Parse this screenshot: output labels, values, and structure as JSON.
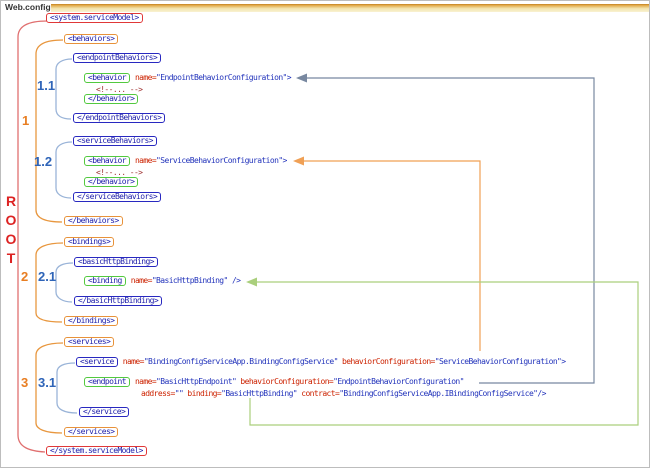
{
  "header": {
    "title": "Web.config"
  },
  "root_label": "ROOT",
  "labels": {
    "one": "1",
    "one_one": "1.1",
    "one_two": "1.2",
    "two": "2",
    "two_one": "2.1",
    "three": "3",
    "three_one": "3.1"
  },
  "colors": {
    "box_red": "#e03838",
    "box_orange": "#e8923a",
    "box_blue": "#2828c0",
    "box_green": "#52c93f",
    "bracket_red": "#e07070",
    "bracket_orange": "#e8973f",
    "bracket_blue": "#9ab4d8",
    "arrow_gray": "#7888a0",
    "arrow_orange": "#f0a055",
    "arrow_green": "#aacf7c",
    "tag_text": "#1c1caa",
    "attr_name": "#cc2200",
    "attr_value": "#2233bb",
    "label_orange": "#e87e22",
    "label_blue": "#2e64b8",
    "root_red": "#dd2222"
  },
  "xml": {
    "comment": "<!--... -->",
    "system_open": "<system.serviceModel>",
    "system_close": "</system.serviceModel>",
    "behaviors_open": "<behaviors>",
    "behaviors_close": "</behaviors>",
    "endpoint_behaviors_open": "<endpointBehaviors>",
    "endpoint_behaviors_close": "</endpointBehaviors>",
    "behavior_open": "<behavior",
    "behavior_close": "</behavior>",
    "behavior1_name_attr": "name=",
    "behavior1_name_value": "\"EndpointBehaviorConfiguration\">",
    "service_behaviors_open": "<serviceBehaviors>",
    "service_behaviors_close": "</serviceBehaviors>",
    "behavior2_name_attr": "name=",
    "behavior2_name_value": "\"ServiceBehaviorConfiguration\">",
    "bindings_open": "<bindings>",
    "bindings_close": "</bindings>",
    "basic_http_binding_open": "<basicHttpBinding>",
    "basic_http_binding_close": "</basicHttpBinding>",
    "binding_open": "<binding",
    "binding_name_attr": "name=",
    "binding_name_value": "\"BasicHttpBinding\" />",
    "services_open": "<services>",
    "services_close": "</services>",
    "service_open": "<service",
    "service_close": "</service>",
    "service_name_attr": "name=",
    "service_name_value": "\"BindingConfigServiceApp.BindingConfigService\"",
    "service_bc_attr": " behaviorConfiguration=",
    "service_bc_value": "\"ServiceBehaviorConfiguration\">",
    "endpoint_open": "<endpoint",
    "endpoint_name_attr": "name=",
    "endpoint_name_value": "\"BasicHttpEndpoint\"",
    "endpoint_bc_attr": " behaviorConfiguration=",
    "endpoint_bc_value": "\"EndpointBehaviorConfiguration\"",
    "endpoint_address_attr": "address=",
    "endpoint_address_value": "\"\"",
    "endpoint_binding_attr": " binding=",
    "endpoint_binding_value": "\"BasicHttpBinding\"",
    "endpoint_contract_attr": " contract=",
    "endpoint_contract_value": "\"BindingConfigServiceApp.IBindingConfigService\"/>"
  }
}
